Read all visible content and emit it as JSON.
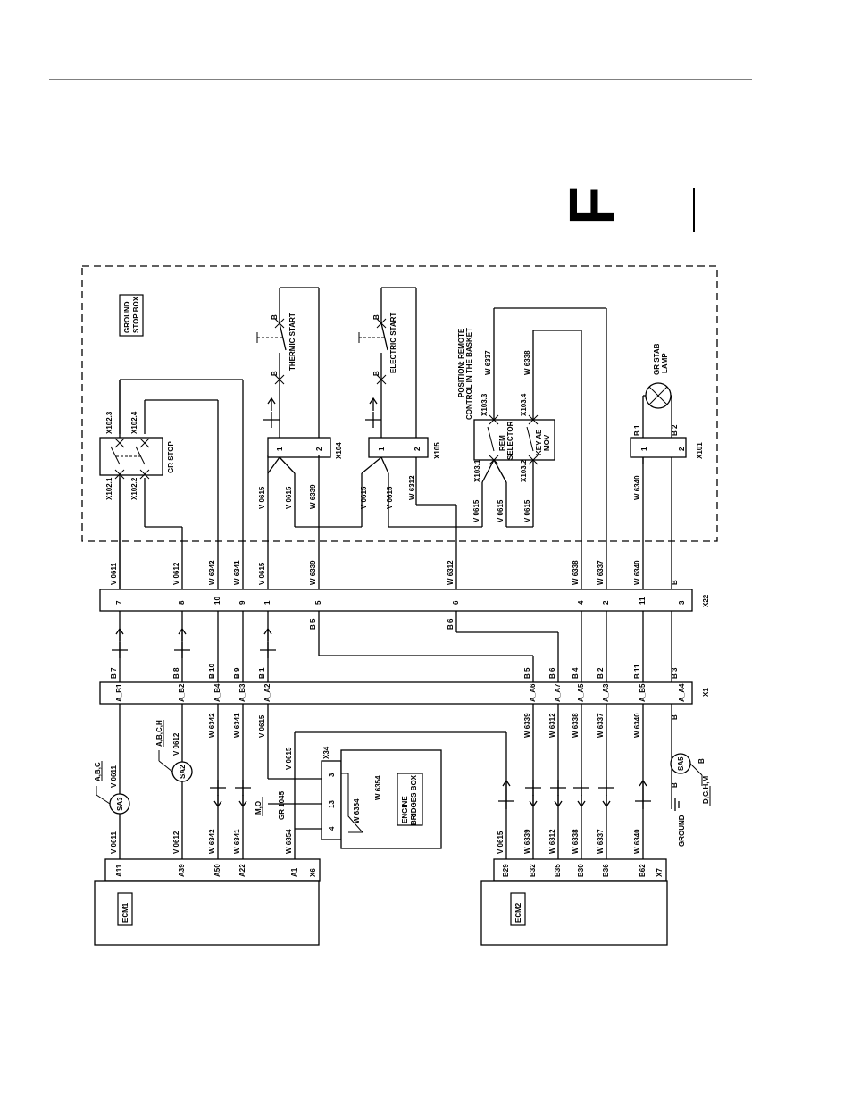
{
  "section_letter": "F",
  "connectors": {
    "x22": "X22",
    "x1": "X1",
    "x6": "X6",
    "x7": "X7",
    "x34": "X34",
    "x104": "X104",
    "x105": "X105",
    "x101": "X101"
  },
  "modules": {
    "ecm1": "ECM1",
    "ecm2": "ECM2",
    "ground_stop_box": [
      "GROUND",
      "STOP BOX"
    ],
    "engine_bridges_box": [
      "ENGINE",
      "BRIDGES BOX"
    ]
  },
  "components": {
    "gr_stop": "GR STOP",
    "thermic_start": "THERMIC START",
    "electric_start": "ELECTRIC START",
    "rem_selector": [
      "REM",
      "SELECTOR"
    ],
    "key_ae_mov": [
      "KEY AE",
      "MOV"
    ],
    "gr_stab_lamp": [
      "GR STAB",
      "LAMP"
    ],
    "position_note": [
      "POSITION: REMOTE",
      "CONTROL IN THE BASKET"
    ],
    "sa3": "SA3",
    "sa2": "SA2",
    "sa5": "SA5",
    "ground": "GROUND",
    "sa3_note": "A,B,C",
    "sa2_note": "A,B,C,H",
    "sa5_note": "D,G,H,M",
    "mo_note": "M,O",
    "gr1045": "GR 1045"
  },
  "pins": {
    "x22": [
      "7",
      "8",
      "10",
      "9",
      "1",
      "5",
      "6",
      "4",
      "2",
      "11",
      "3"
    ],
    "x22_bottom": [
      "B 7",
      "B 8",
      "B 10",
      "B 9",
      "B 1",
      "B 5",
      "B 6",
      "B 5",
      "B 6",
      "B 4",
      "B 2",
      "B 11",
      "B 3"
    ],
    "x1_top": [
      "A_B1",
      "A_B2",
      "A_B4",
      "A_B3",
      "A_A2",
      "A_A6",
      "A_A7",
      "A_A5",
      "A_A3",
      "A_B5",
      "A_A4"
    ],
    "x6": [
      "A11",
      "A39",
      "A50",
      "A22",
      "A1"
    ],
    "x7": [
      "B29",
      "B32",
      "B35",
      "B30",
      "B36",
      "B62"
    ],
    "x34": [
      "3",
      "13",
      "4"
    ],
    "x104": [
      "1",
      "2"
    ],
    "x105": [
      "1",
      "2"
    ],
    "x101": [
      "1",
      "2"
    ],
    "x101_top": [
      "B 1",
      "B 2"
    ],
    "switch_b": "B",
    "x102": [
      "X102.3",
      "X102.4",
      "X102.1",
      "X102.2"
    ],
    "x103": [
      "X103.3",
      "X103.4",
      "X103.1",
      "X103.2"
    ]
  },
  "wires": {
    "v0611": "V 0611",
    "v0612": "V 0612",
    "w6342": "W 6342",
    "w6341": "W 6341",
    "v0615": "V 0615",
    "w6339": "W 6339",
    "w6312": "W 6312",
    "w6338": "W 6338",
    "w6337": "W 6337",
    "w6340": "W 6340",
    "b": "B",
    "w6354": "W 6354"
  }
}
